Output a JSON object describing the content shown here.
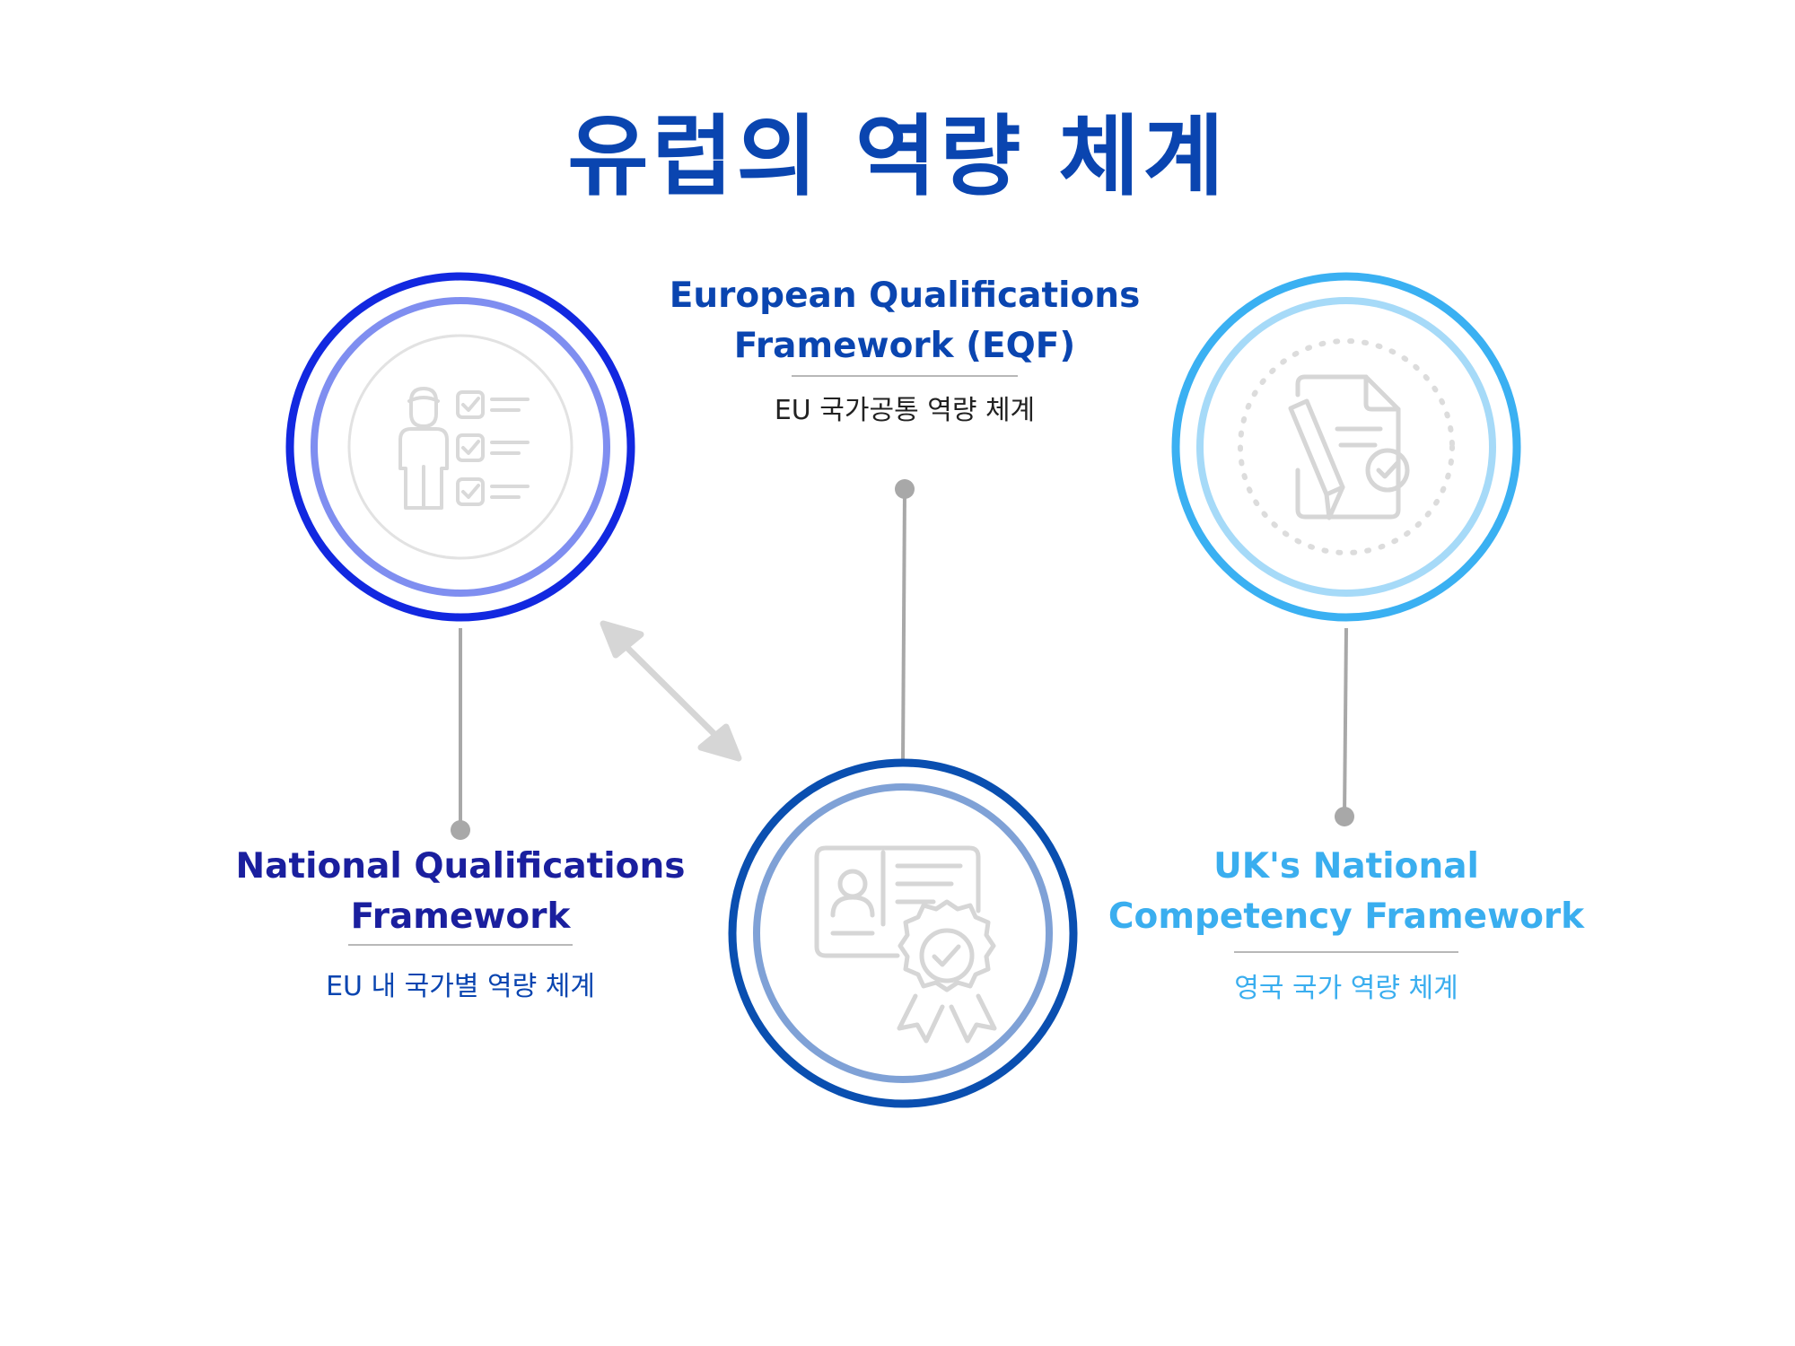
{
  "title": "유럽의 역량 체계",
  "nodes": {
    "nqf": {
      "title_line1": "National Qualifications",
      "title_line2": "Framework",
      "subtitle": "EU 내 국가별 역량 체계",
      "icon": "person-checklist-icon",
      "color": "#1a1f9e",
      "subtitle_color": "#0a45b0"
    },
    "eqf": {
      "title_line1": "European Qualifications",
      "title_line2": "Framework (EQF)",
      "subtitle": "EU 국가공통 역량 체계",
      "icon": "certificate-badge-icon",
      "color": "#0a45b0",
      "subtitle_color": "#222222"
    },
    "uk": {
      "title_line1": "UK's National",
      "title_line2": "Competency Framework",
      "subtitle": "영국 국가 역량 체계",
      "icon": "signed-document-icon",
      "color": "#3aaeef",
      "subtitle_color": "#3aaeef"
    }
  },
  "connector": {
    "icon": "double-arrow-icon"
  }
}
